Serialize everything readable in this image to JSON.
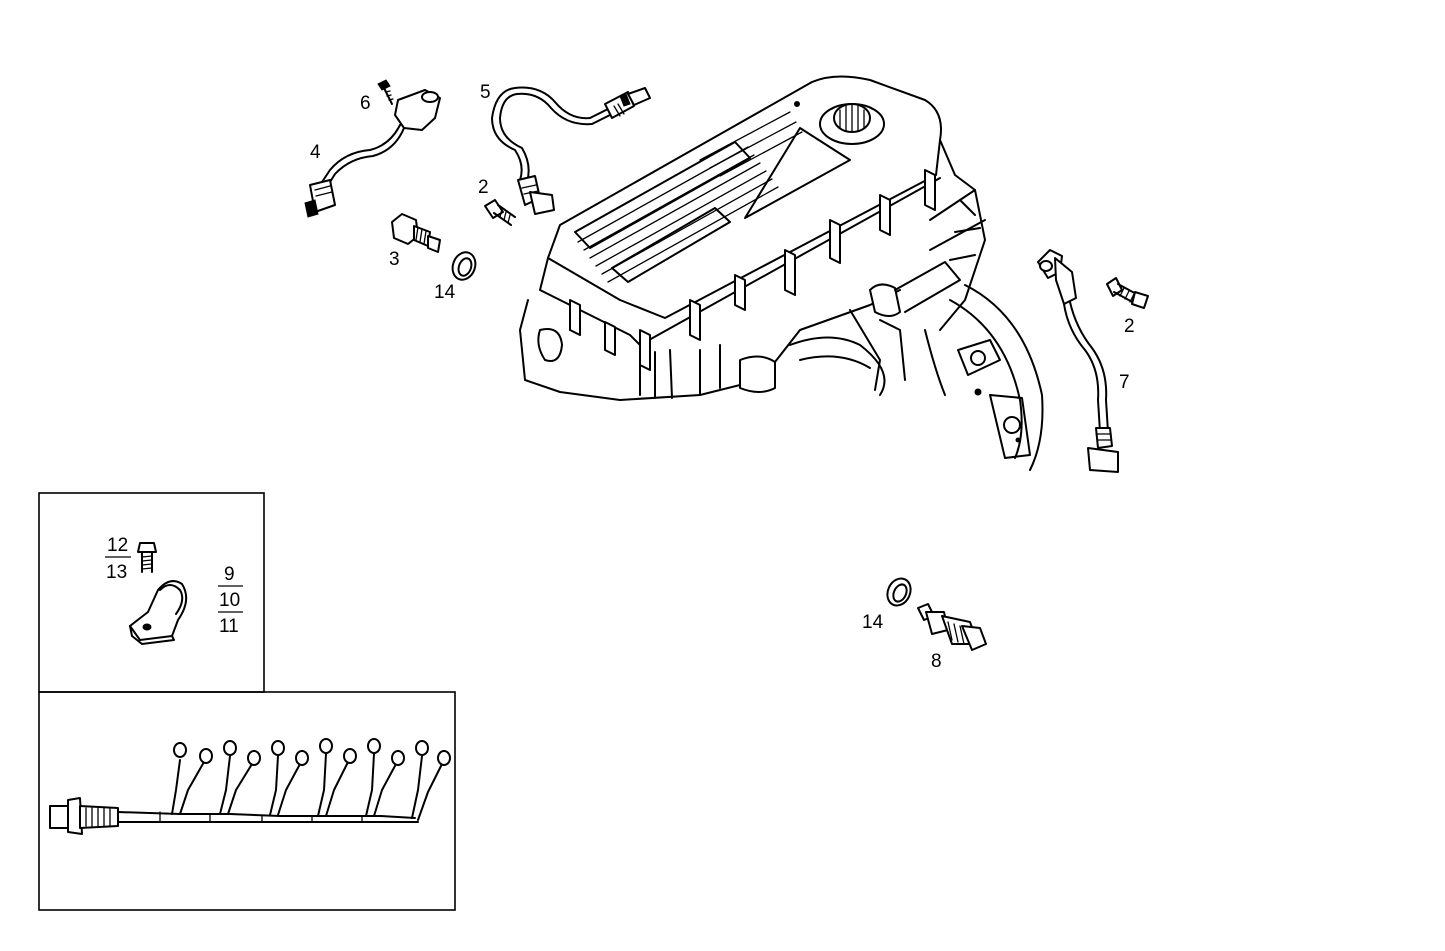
{
  "callouts": {
    "c6": "6",
    "c5": "5",
    "c4": "4",
    "c2a": "2",
    "c3": "3",
    "c14a": "14",
    "c2b": "2",
    "c7": "7",
    "c14b": "14",
    "c8": "8",
    "c12": "12",
    "c13": "13",
    "c9": "9",
    "c10": "10",
    "c11": "11"
  }
}
